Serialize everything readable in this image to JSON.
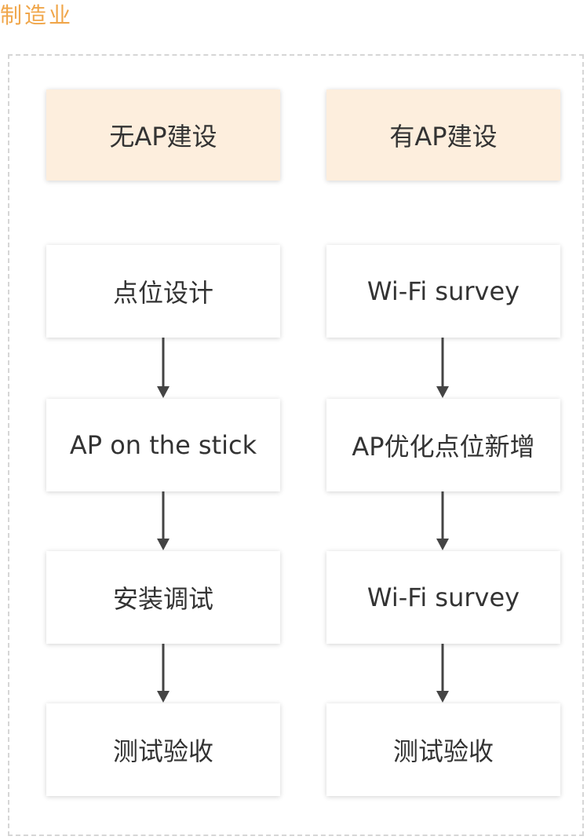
{
  "title": "制造业",
  "columns": [
    {
      "header": "无AP建设",
      "steps": [
        "点位设计",
        "AP on the stick",
        "安装调试",
        "测试验收"
      ]
    },
    {
      "header": "有AP建设",
      "steps": [
        "Wi-Fi survey",
        "AP优化点位新增",
        "Wi-Fi survey",
        "测试验收"
      ]
    }
  ],
  "colors": {
    "title": "#f0a64a",
    "header_fill": "#fdeedd",
    "arrow": "#444444",
    "frame_border": "#d6d6d6"
  }
}
